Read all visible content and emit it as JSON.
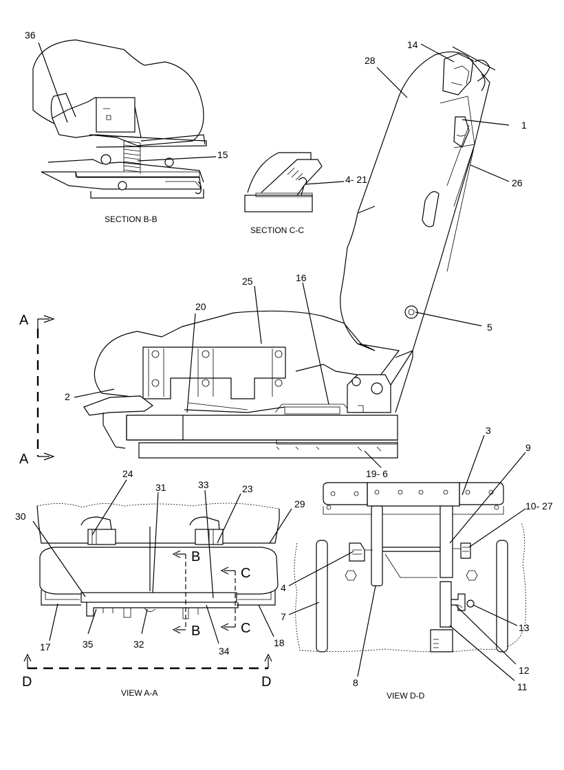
{
  "section_captions": {
    "b": "SECTION B-B",
    "c": "SECTION C-C"
  },
  "view_captions": {
    "a": "VIEW A-A",
    "d": "VIEW D-D"
  },
  "view_markers": {
    "a_top": "A",
    "a_bottom": "A",
    "b_upper": "B",
    "b_lower": "B",
    "c_upper": "C",
    "c_lower": "C",
    "d_left": "D",
    "d_right": "D"
  },
  "callouts": {
    "c1": "1",
    "c2": "2",
    "c3": "3",
    "c4": "4",
    "c4_21": "4- 21",
    "c5": "5",
    "c7": "7",
    "c8": "8",
    "c9": "9",
    "c10_27": "10- 27",
    "c11": "11",
    "c12": "12",
    "c13": "13",
    "c14": "14",
    "c15": "15",
    "c16": "16",
    "c17": "17",
    "c18": "18",
    "c19_6": "19- 6",
    "c20": "20",
    "c23": "23",
    "c24": "24",
    "c25": "25",
    "c26": "26",
    "c28": "28",
    "c29": "29",
    "c30": "30",
    "c31": "31",
    "c32": "32",
    "c33": "33",
    "c34": "34",
    "c35": "35",
    "c36": "36"
  }
}
